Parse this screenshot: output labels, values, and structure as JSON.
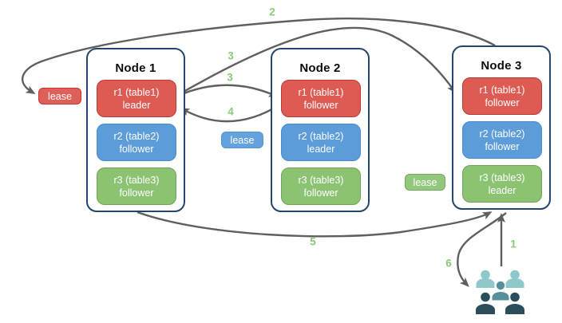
{
  "diagram": {
    "nodes": [
      {
        "title": "Node 1",
        "replicas": [
          {
            "name": "r1 (table1)",
            "role": "leader",
            "color": "#dd5b53"
          },
          {
            "name": "r2 (table2)",
            "role": "follower",
            "color": "#5b9cd9"
          },
          {
            "name": "r3 (table3)",
            "role": "follower",
            "color": "#8cc373"
          }
        ]
      },
      {
        "title": "Node 2",
        "replicas": [
          {
            "name": "r1 (table1)",
            "role": "follower",
            "color": "#dd5b53"
          },
          {
            "name": "r2 (table2)",
            "role": "leader",
            "color": "#5b9cd9"
          },
          {
            "name": "r3 (table3)",
            "role": "follower",
            "color": "#8cc373"
          }
        ]
      },
      {
        "title": "Node 3",
        "replicas": [
          {
            "name": "r1 (table1)",
            "role": "follower",
            "color": "#dd5b53"
          },
          {
            "name": "r2 (table2)",
            "role": "follower",
            "color": "#5b9cd9"
          },
          {
            "name": "r3 (table3)",
            "role": "leader",
            "color": "#8cc373"
          }
        ]
      }
    ],
    "leases": [
      {
        "label": "lease",
        "color": "#df6059"
      },
      {
        "label": "lease",
        "color": "#63a2dd"
      },
      {
        "label": "lease",
        "color": "#94c77e"
      }
    ],
    "steps": [
      "2",
      "3",
      "3",
      "4",
      "5",
      "6",
      "1"
    ],
    "arrows": [
      {
        "step": "2",
        "from": "node-3-top",
        "to": "lease-red"
      },
      {
        "step": "3",
        "from": "node-1-r1-leader",
        "to": "node-3-r1-follower"
      },
      {
        "step": "3",
        "from": "node-1-r1-leader",
        "to": "node-2-r1-follower"
      },
      {
        "step": "4",
        "from": "node-2-r1-follower",
        "to": "node-1-r1-leader"
      },
      {
        "step": "5",
        "from": "node-1-bottom",
        "to": "node-3-bottom"
      },
      {
        "step": "6",
        "from": "node-3-bottom",
        "to": "users-group"
      },
      {
        "step": "1",
        "from": "users-group",
        "to": "node-3-bottom"
      }
    ],
    "icons": {
      "users_group": "users-group-icon"
    },
    "colors": {
      "background": "#ffffff",
      "node_border": "#24466d",
      "replica_red_fill": "#dd5b53",
      "replica_red_border": "#b83a31",
      "replica_blue_fill": "#5b9cd9",
      "replica_blue_border": "#4a8ac9",
      "replica_green_fill": "#8cc373",
      "replica_green_border": "#6fa556",
      "arrow": "#5f5f5f",
      "step_label": "#8cc87a",
      "users_light": "#8ec8c8",
      "users_mid": "#55909b",
      "users_dark": "#2c4d5c"
    }
  }
}
